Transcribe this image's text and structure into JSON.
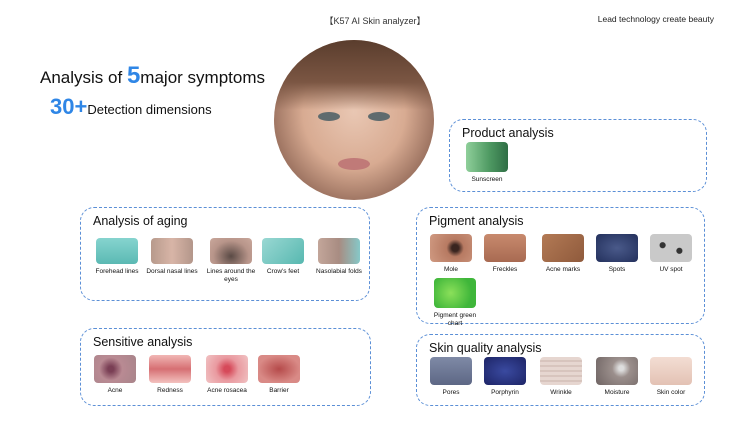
{
  "header": {
    "title": "【K57  AI  Skin analyzer】",
    "tagline": "Lead technology create beauty"
  },
  "hero": {
    "line1_pre": "Analysis of ",
    "line1_num": "5",
    "line1_post": "major symptoms",
    "line2_num": "30+",
    "line2_post": "Detection dimensions"
  },
  "panels": {
    "product": {
      "title": "Product analysis",
      "items": [
        {
          "label": "Sunscreen"
        }
      ]
    },
    "aging": {
      "title": "Analysis of aging",
      "items": [
        {
          "label": "Forehead lines"
        },
        {
          "label": "Dorsal nasal lines"
        },
        {
          "label": "Lines around the eyes"
        },
        {
          "label": "Crow's feet"
        },
        {
          "label": "Nasolabial folds"
        }
      ]
    },
    "pigment": {
      "title": "Pigment analysis",
      "items": [
        {
          "label": "Mole"
        },
        {
          "label": "Freckles"
        },
        {
          "label": "Acne marks"
        },
        {
          "label": "Spots"
        },
        {
          "label": "UV spot"
        },
        {
          "label": "Pigment green chart"
        }
      ]
    },
    "sensitive": {
      "title": "Sensitive analysis",
      "items": [
        {
          "label": "Acne"
        },
        {
          "label": "Redness"
        },
        {
          "label": "Acne rosacea"
        },
        {
          "label": "Barrier"
        }
      ]
    },
    "skin": {
      "title": "Skin quality analysis",
      "items": [
        {
          "label": "Pores"
        },
        {
          "label": "Porphyrin"
        },
        {
          "label": "Wrinkle"
        },
        {
          "label": "Moisture"
        },
        {
          "label": "Skin color"
        }
      ]
    }
  },
  "colors": {
    "accent": "#2f86e6",
    "panel_border": "#5b8fd6"
  }
}
